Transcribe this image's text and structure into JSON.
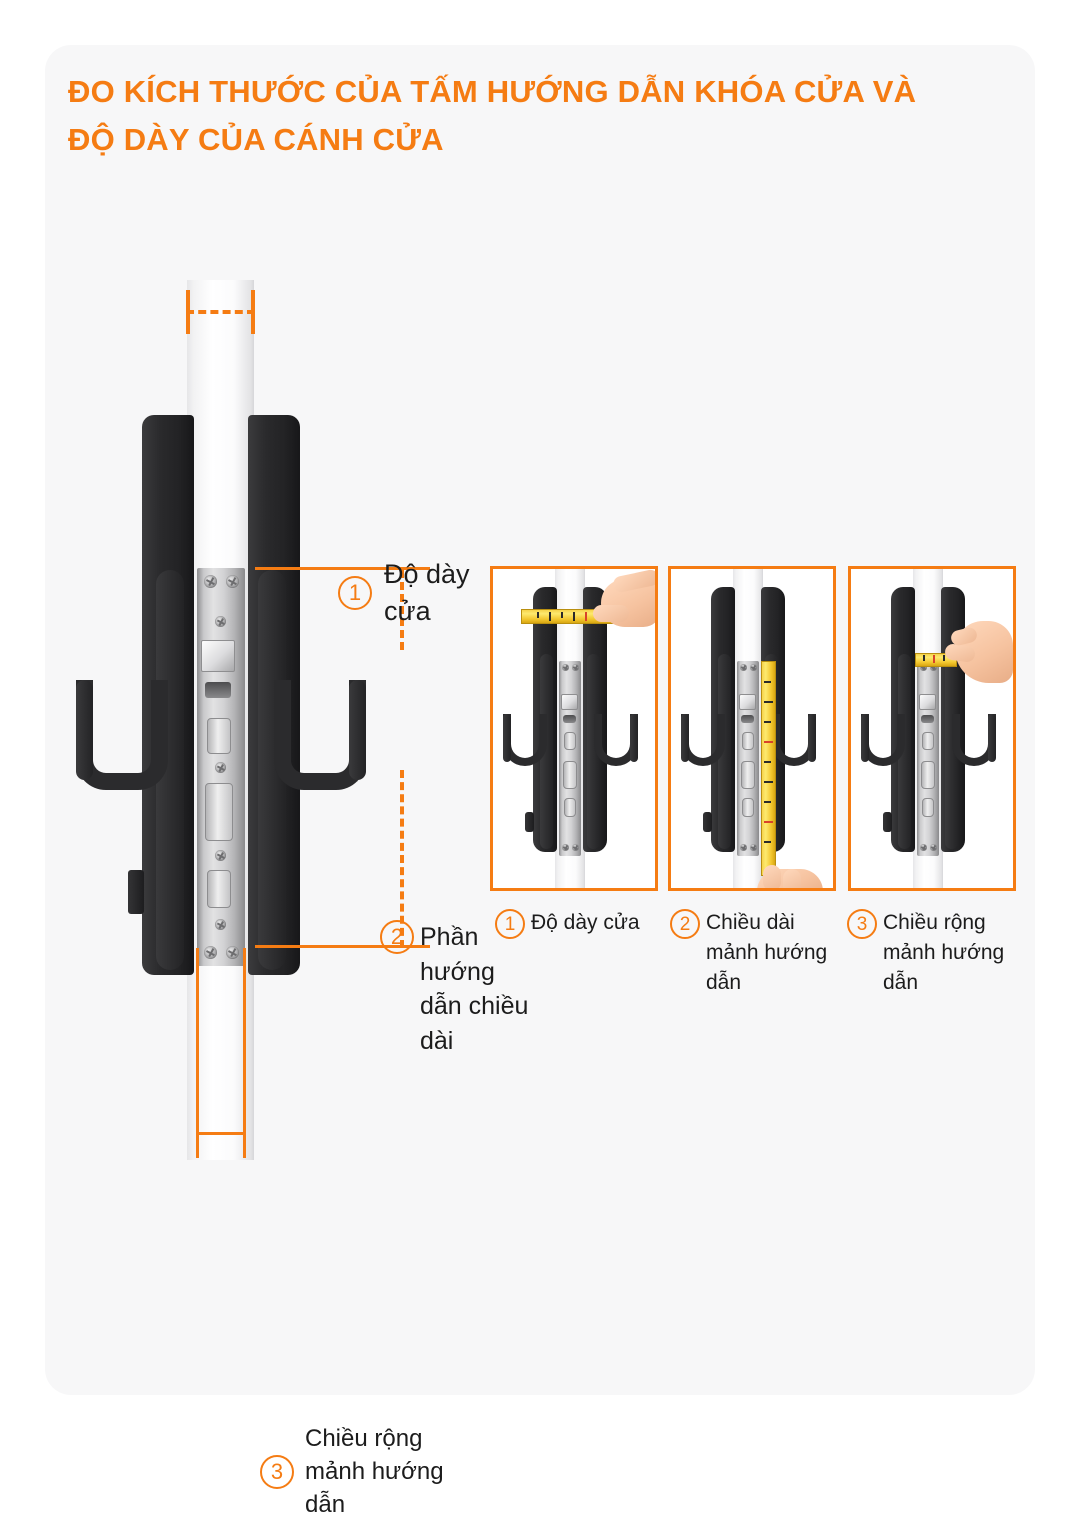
{
  "theme": {
    "accent": "#F57C13",
    "card_bg": "#f7f7f8",
    "page_bg": "#ffffff",
    "text": "#1c1c1c"
  },
  "title": {
    "line1": "ĐO KÍCH THƯỚC CỦA TẤM HƯỚNG DẪN KHÓA CỬA VÀ",
    "line2": "ĐỘ DÀY CỦA CÁNH CỬA"
  },
  "diagram": {
    "labels": [
      {
        "number": "1",
        "text": "Độ dày cửa"
      },
      {
        "number": "2",
        "line1": "Phần hướng",
        "line2": "dẫn chiều",
        "line3": "dài"
      },
      {
        "number": "3",
        "text": "Chiều rộng mảnh hướng dẫn"
      }
    ]
  },
  "panels": [
    {
      "number": "1",
      "caption": "Độ dày cửa",
      "measure": "horizontal-top"
    },
    {
      "number": "2",
      "caption_line1": "Chiều dài",
      "caption_line2": "mảnh hướng",
      "caption_line3": "dẫn",
      "measure": "vertical"
    },
    {
      "number": "3",
      "caption_line1": "Chiều rộng",
      "caption_line2": "mảnh hướng",
      "caption_line3": "dẫn",
      "measure": "horizontal-short"
    }
  ]
}
